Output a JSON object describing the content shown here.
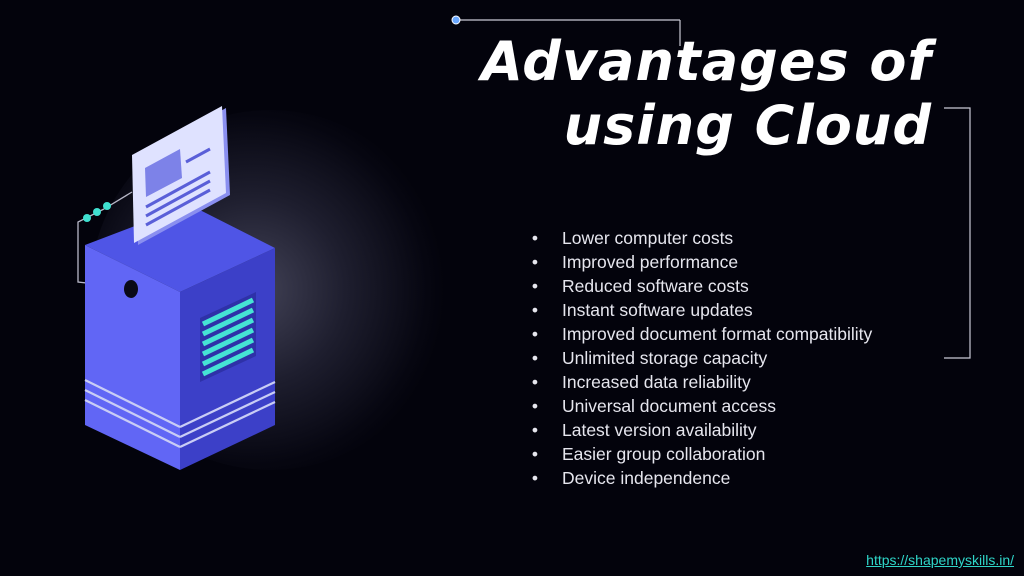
{
  "title": {
    "line1": "Advantages of",
    "line2": "using Cloud"
  },
  "advantages": [
    "Lower computer costs",
    "Improved performance",
    "Reduced software costs",
    "Instant software updates",
    "Improved document format compatibility",
    "Unlimited storage capacity",
    "Increased data reliability",
    "Universal document access",
    "Latest version availability",
    "Easier group collaboration",
    "Device independence"
  ],
  "bullet_char": "•",
  "footer": {
    "link_text": "https://shapemyskills.in/"
  },
  "colors": {
    "background": "#03030c",
    "accent_teal": "#2fd6c9",
    "server_blue": "#5a5ff2"
  }
}
